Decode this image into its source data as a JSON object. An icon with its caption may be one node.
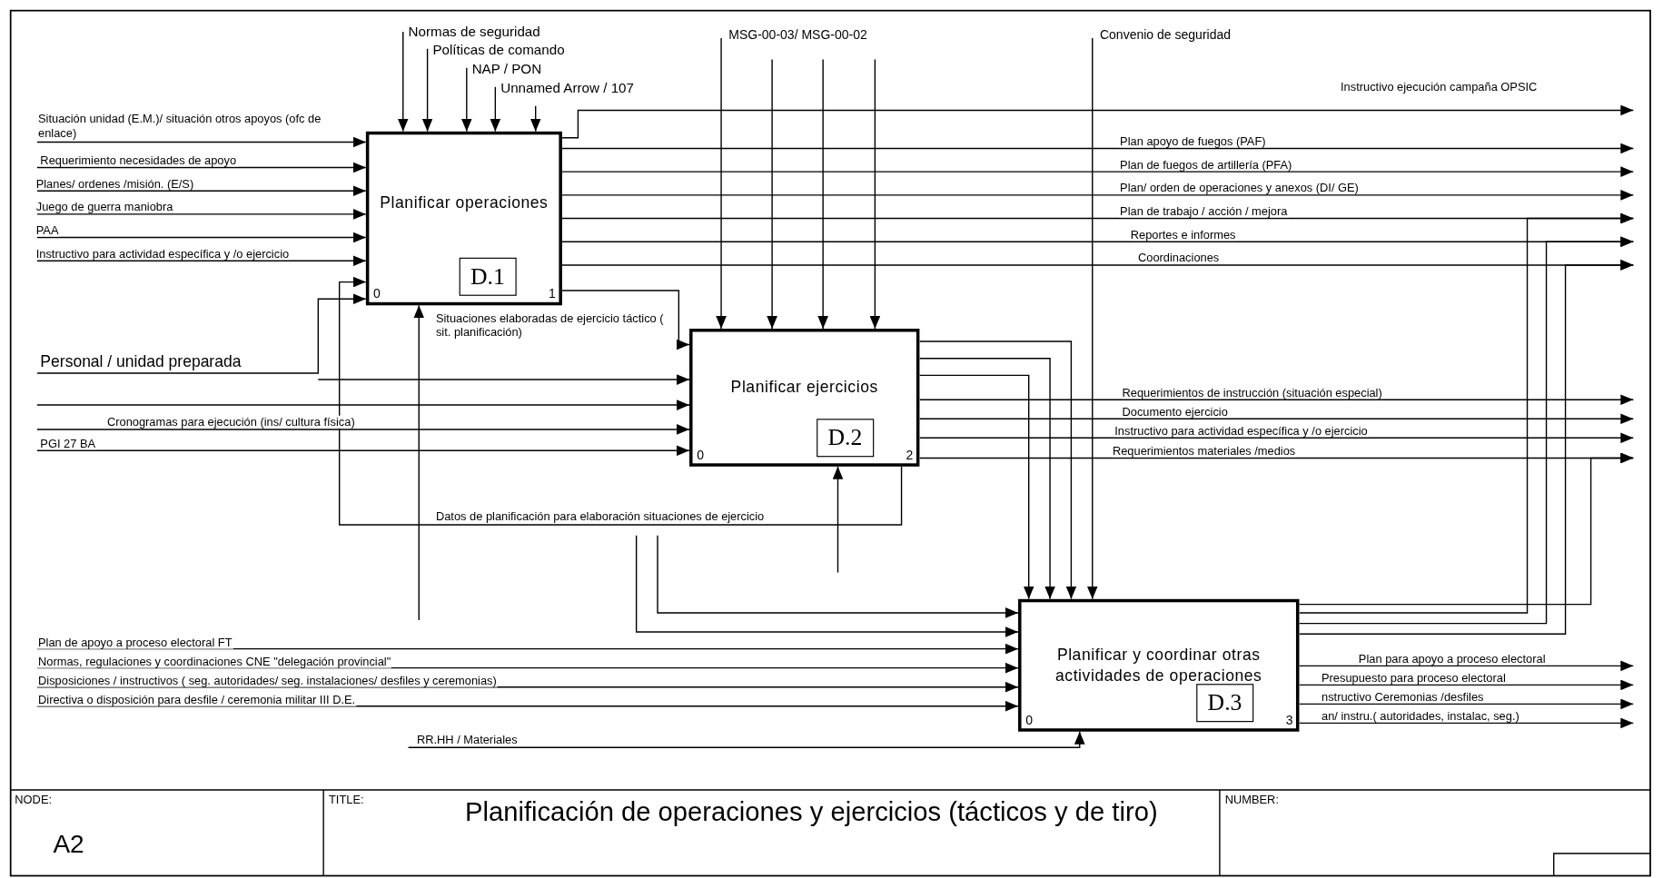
{
  "diagram": {
    "title": "Planificación de operaciones y ejercicios (tácticos y de tiro)",
    "nodes": [
      {
        "text": [
          "Planificar operaciones",
          "D.1",
          "0",
          "1"
        ]
      },
      {
        "text": [
          "Planificar ejercicios",
          "D.2",
          "0",
          "2"
        ]
      },
      {
        "text": [
          "Planificar y coordinar otras actividades de operaciones",
          "D.3",
          "0",
          "3"
        ]
      }
    ],
    "edges": [
      {
        "from": null,
        "to": 0,
        "arrow": "to",
        "label": "Situación unidad (E.M.)/ situación otros apoyos (ofc de enlace)"
      },
      {
        "from": null,
        "to": 0,
        "arrow": "to",
        "label": "Requerimiento necesidades de apoyo"
      },
      {
        "from": null,
        "to": 0,
        "arrow": "to",
        "label": "Planes/ ordenes /misión. (E/S)"
      },
      {
        "from": null,
        "to": 0,
        "arrow": "to",
        "label": "Juego de guerra maniobra"
      },
      {
        "from": null,
        "to": 0,
        "arrow": "to",
        "label": "PAA"
      },
      {
        "from": null,
        "to": 0,
        "arrow": "to",
        "label": "Instructivo para actividad específica y /o ejercicio"
      },
      {
        "from": null,
        "to": 0,
        "arrow": "to",
        "label": "Personal / unidad preparada"
      },
      {
        "from": null,
        "to": 1,
        "arrow": "to"
      },
      {
        "from": null,
        "to": 1,
        "arrow": "to"
      },
      {
        "from": null,
        "to": 1,
        "arrow": "to",
        "label": "PGI 27 BA"
      },
      {
        "from": null,
        "to": 1,
        "arrow": "to",
        "label": "Cronogramas para ejecución (ins/ cultura física)"
      },
      {
        "from": null,
        "to": 2,
        "arrow": "to"
      },
      {
        "from": null,
        "to": 2,
        "arrow": "to"
      },
      {
        "from": null,
        "to": 2,
        "arrow": "to",
        "label": "Plan de apoyo a proceso electoral FT"
      },
      {
        "from": null,
        "to": 2,
        "arrow": "to",
        "label": "Normas, regulaciones y coordinaciones CNE \"delegación provincial\""
      },
      {
        "from": null,
        "to": 2,
        "arrow": "to",
        "label": "Disposiciones / instructivos ( seg. autoridades/ seg. instalaciones/ desfiles y ceremonias)"
      },
      {
        "from": null,
        "to": 2,
        "arrow": "to",
        "label": "Directiva o disposición para desfile / ceremonia militar III D.E."
      },
      {
        "from": 1,
        "to": 0,
        "arrow": "to",
        "label": "Datos de planificación para elaboración situaciones de ejercicio"
      },
      {
        "from": 0,
        "to": 1,
        "arrow": "to",
        "label": "Situaciones elaboradas de ejercicio táctico ( sit. planificación)"
      },
      {
        "from": null,
        "to": 0,
        "arrow": "to",
        "label": "Normas de seguridad"
      },
      {
        "from": null,
        "to": 0,
        "arrow": "to",
        "label": "Políticas de comando"
      },
      {
        "from": null,
        "to": 0,
        "arrow": "to",
        "label": "NAP / PON"
      },
      {
        "from": null,
        "to": 0,
        "arrow": "to",
        "label": "Unnamed Arrow / 107"
      },
      {
        "from": null,
        "to": 0,
        "arrow": "to"
      },
      {
        "from": null,
        "to": 1,
        "arrow": "to",
        "label": "MSG-00-03/ MSG-00-02"
      },
      {
        "from": null,
        "to": 1,
        "arrow": "to"
      },
      {
        "from": null,
        "to": 1,
        "arrow": "to"
      },
      {
        "from": null,
        "to": 1,
        "arrow": "to"
      },
      {
        "from": null,
        "to": 2,
        "arrow": "to",
        "label": "Convenio de seguridad"
      },
      {
        "from": 1,
        "to": 2,
        "arrow": "to"
      },
      {
        "from": 1,
        "to": 2,
        "arrow": "to"
      },
      {
        "from": 1,
        "to": 2,
        "arrow": "to"
      },
      {
        "from": null,
        "to": 2,
        "arrow": "to",
        "label": "RR.HH / Materiales"
      },
      {
        "from": null,
        "to": 0,
        "arrow": "to"
      },
      {
        "from": null,
        "to": 1,
        "arrow": "to"
      },
      {
        "from": 0,
        "to": null,
        "arrow": "to",
        "label": "Instructivo ejecución campaña OPSIC"
      },
      {
        "from": 0,
        "to": null,
        "arrow": "to",
        "label": "Plan apoyo de fuegos (PAF)"
      },
      {
        "from": 0,
        "to": null,
        "arrow": "to",
        "label": "Plan de fuegos de artillería (PFA)"
      },
      {
        "from": 0,
        "to": null,
        "arrow": "to",
        "label": "Plan/ orden de operaciones y anexos (DI/ GE)"
      },
      {
        "from": 0,
        "to": null,
        "arrow": "to",
        "label": "Plan de trabajo / acción / mejora"
      },
      {
        "from": 0,
        "to": null,
        "arrow": "to",
        "label": "Reportes e informes"
      },
      {
        "from": 0,
        "to": null,
        "arrow": "to",
        "label": "Coordinaciones"
      },
      {
        "from": 1,
        "to": null,
        "arrow": "to",
        "label": "Requerimientos de instrucción (situación especial)"
      },
      {
        "from": 1,
        "to": null,
        "arrow": "to",
        "label": "Documento ejercicio"
      },
      {
        "from": 1,
        "to": null,
        "arrow": "to",
        "label": "Instructivo para actividad específica y /o ejercicio"
      },
      {
        "from": 1,
        "to": null,
        "arrow": "to",
        "label": "Requerimientos materiales /medios"
      },
      {
        "from": 2,
        "to": null,
        "arrow": "to",
        "label": "Plan para apoyo a proceso electoral"
      },
      {
        "from": 2,
        "to": null,
        "arrow": "to",
        "label": "Presupuesto para proceso electoral"
      },
      {
        "from": 2,
        "to": null,
        "arrow": "to",
        "label": "nstructivo Ceremonias /desfiles"
      },
      {
        "from": 2,
        "to": null,
        "arrow": "to",
        "label": "an/ instru.( autoridades, instalac, seg.)"
      },
      {
        "from": 2,
        "to": null,
        "arrow": "to"
      },
      {
        "from": 2,
        "to": null,
        "arrow": "to"
      },
      {
        "from": 2,
        "to": null,
        "arrow": "to"
      },
      {
        "from": 2,
        "to": null,
        "arrow": "to"
      }
    ],
    "labels": [
      "NODE:",
      "A2",
      "TITLE:",
      "NUMBER:"
    ]
  }
}
